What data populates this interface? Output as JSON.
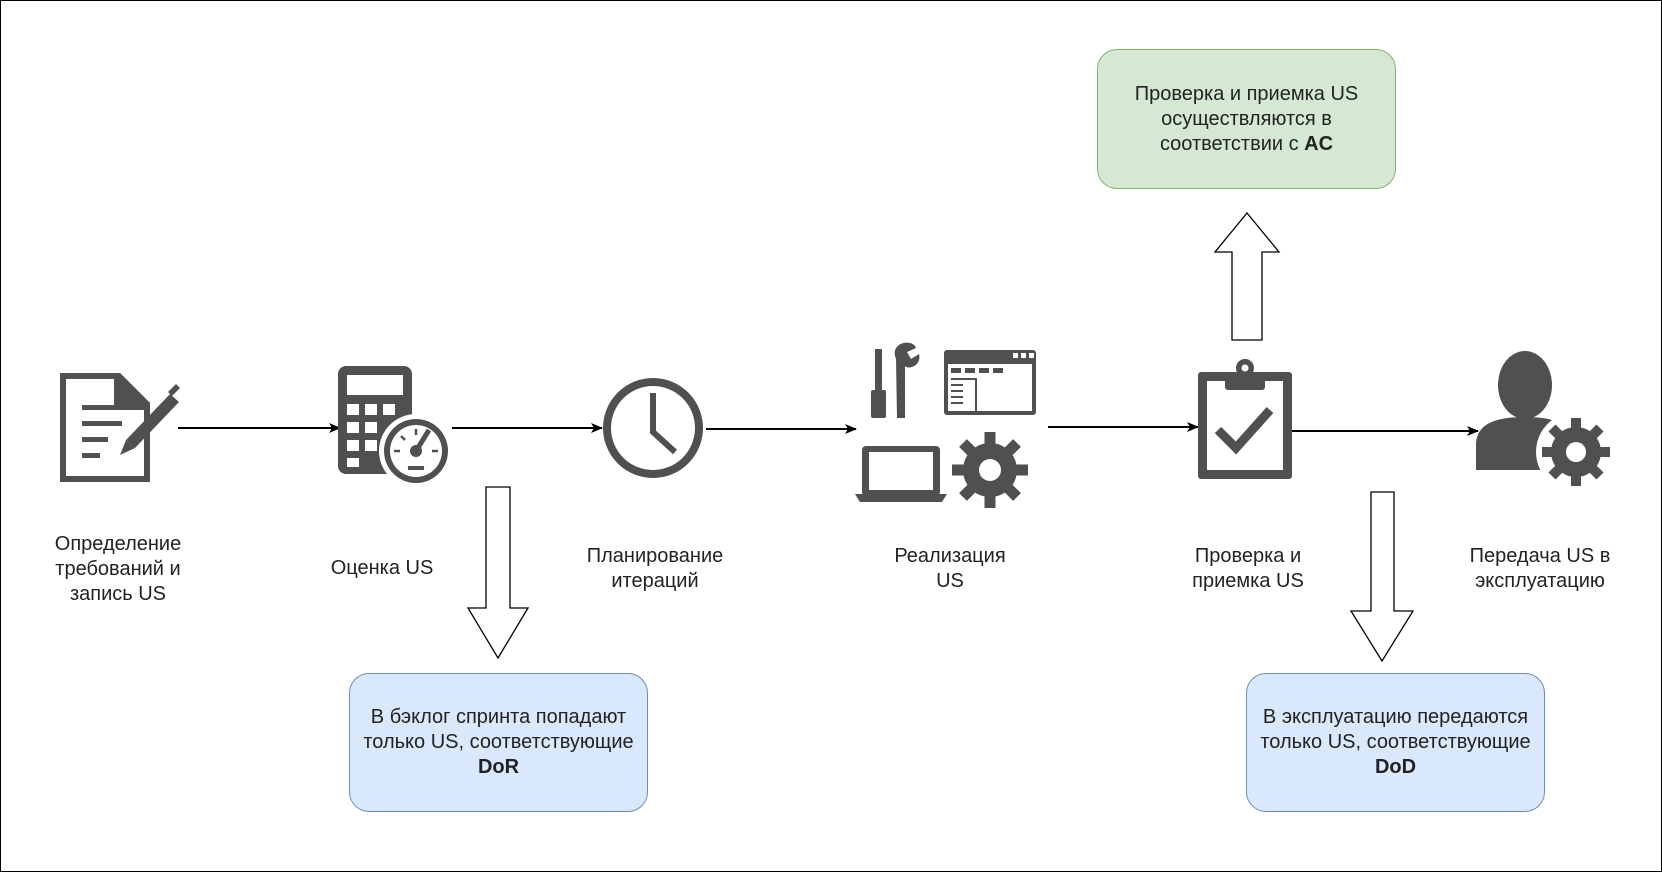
{
  "steps": [
    {
      "id": "define",
      "label": "Определение\nтребований и\nзапись US",
      "icon": "document-pen-icon"
    },
    {
      "id": "estimate",
      "label": "Оценка US",
      "icon": "calculator-gauge-icon"
    },
    {
      "id": "plan",
      "label": "Планирование\nитераций",
      "icon": "clock-icon"
    },
    {
      "id": "implement",
      "label": "Реализация\nUS",
      "icon": "tools-window-laptop-gear-icon"
    },
    {
      "id": "verify",
      "label": "Проверка и\nприемка US",
      "icon": "clipboard-check-icon"
    },
    {
      "id": "deploy",
      "label": "Передача US в\nэксплуатацию",
      "icon": "user-gear-icon"
    }
  ],
  "notes": {
    "acceptance": {
      "text": "Проверка и приемка US осуществляются в соответствии с",
      "bold": "AC",
      "target": "verify",
      "color": "#d5e8d4"
    },
    "dor": {
      "text": "В бэклог спринта попадают только US, соответствующие",
      "bold": "DoR",
      "target": "estimate",
      "color": "#dae8fc"
    },
    "dod": {
      "text": "В эксплуатацию передаются только US, соответствующие",
      "bold": "DoD",
      "target": "verify",
      "color": "#dae8fc"
    }
  },
  "colors": {
    "icon": "#505050",
    "arrow": "#000000",
    "note_green": "#d5e8d4",
    "note_blue": "#dae8fc"
  }
}
